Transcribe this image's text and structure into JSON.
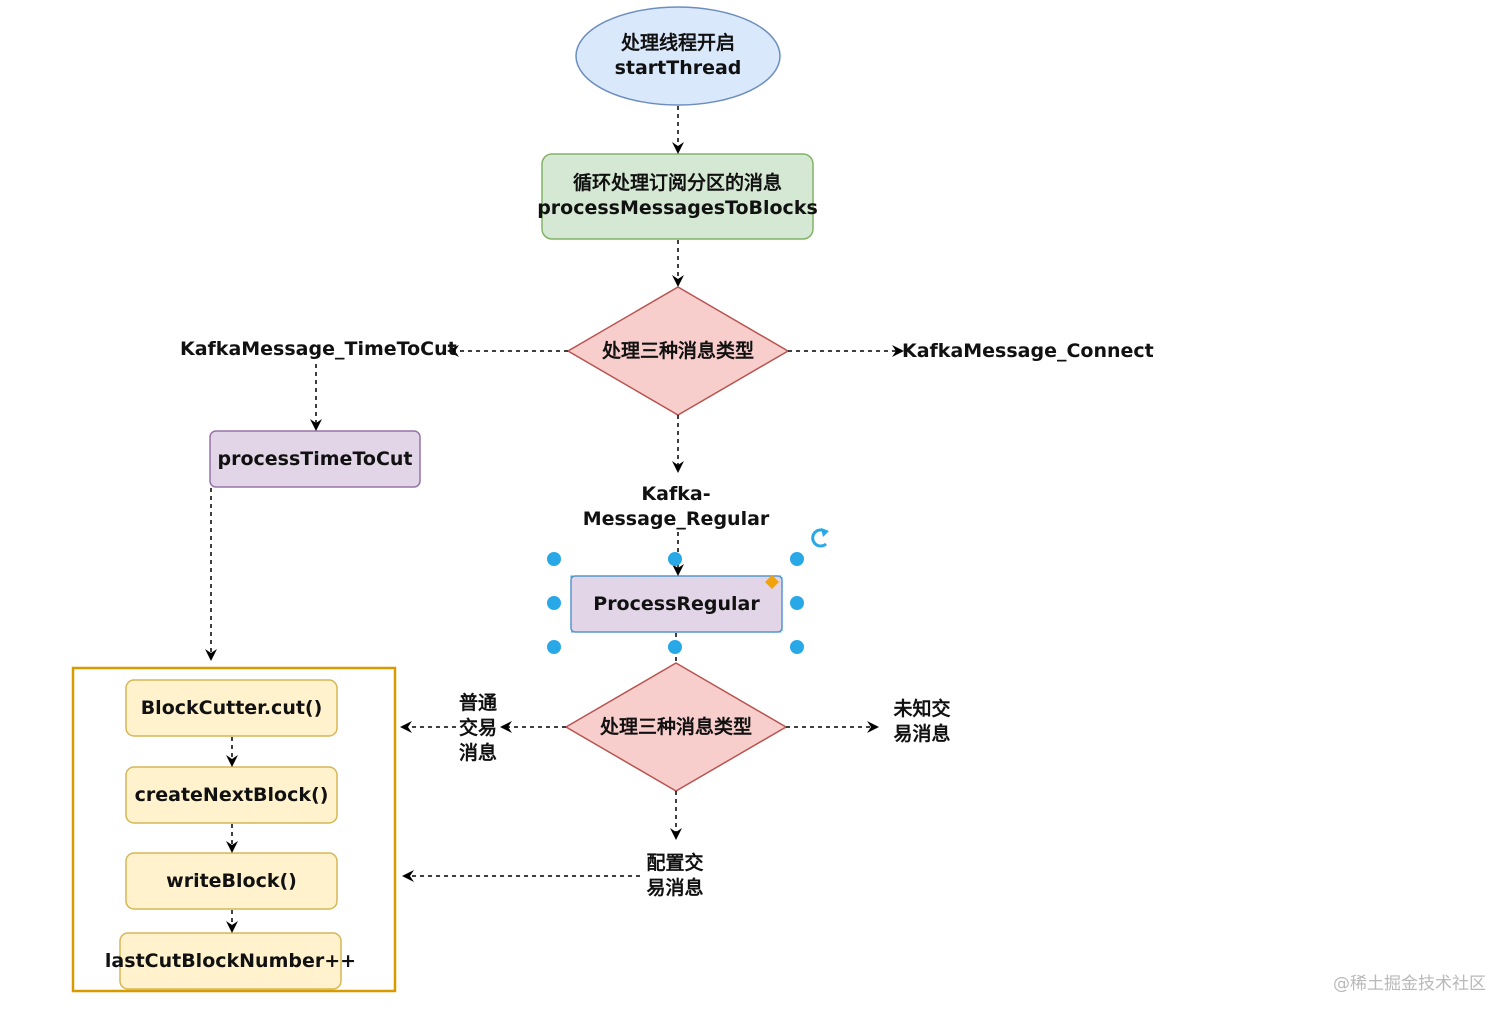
{
  "nodes": {
    "start": {
      "line1": "处理线程开启",
      "line2": "startThread",
      "fill": "#dae8fc",
      "stroke": "#6c8ebf"
    },
    "process_messages": {
      "line1": "循环处理订阅分区的消息",
      "line2": "processMessagesToBlocks",
      "fill": "#d5e8d4",
      "stroke": "#82b366"
    },
    "decision_types_1": {
      "label": "处理三种消息类型",
      "fill": "#f8cecc",
      "stroke": "#b85450"
    },
    "time_to_cut_label": {
      "label": "KafkaMessage_TimeToCut"
    },
    "connect_label": {
      "label": "KafkaMessage_Connect"
    },
    "process_time_to_cut": {
      "label": "processTimeToCut",
      "fill": "#e1d5e7",
      "stroke": "#9673a6"
    },
    "regular_label": {
      "line1": "Kafka-",
      "line2": "Message_Regular"
    },
    "process_regular": {
      "label": "ProcessRegular",
      "fill": "#e1d5e7",
      "stroke": "#6c8ebf"
    },
    "decision_types_2": {
      "label": "处理三种消息类型",
      "fill": "#f8cecc",
      "stroke": "#b85450"
    },
    "normal_tx_label": {
      "line1": "普通",
      "line2": "交易",
      "line3": "消息"
    },
    "unknown_tx_label": {
      "line1": "未知交",
      "line2": "易消息"
    },
    "config_tx_label": {
      "line1": "配置交",
      "line2": "易消息"
    },
    "block_cutter": {
      "label": "BlockCutter.cut()"
    },
    "create_next_block": {
      "label": "createNextBlock()"
    },
    "write_block": {
      "label": "writeBlock()"
    },
    "last_cut": {
      "label": "lastCutBlockNumber++"
    },
    "yellow_fill": "#fff2cc",
    "yellow_stroke": "#d6b656",
    "container_stroke": "#d79b00"
  },
  "watermark": "@稀土掘金技术社区",
  "handle_color": "#29a8e8",
  "edit_icon_color": "#f0a30a"
}
